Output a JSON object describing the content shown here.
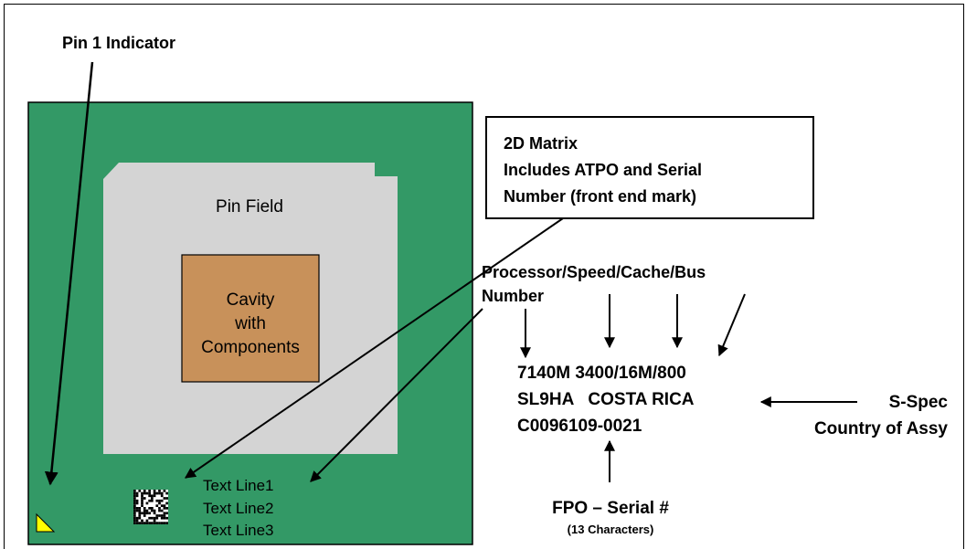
{
  "labels": {
    "pin1_indicator": "Pin 1 Indicator",
    "pin_field": "Pin Field",
    "cavity_line1": "Cavity",
    "cavity_line2": "with",
    "cavity_line3": "Components",
    "matrix_box_line1": "2D Matrix",
    "matrix_box_line2": "Includes ATPO and Serial",
    "matrix_box_line3": "Number (front end mark)",
    "text_line1": "Text Line1",
    "text_line2": "Text Line2",
    "text_line3": "Text Line3",
    "processor_label_line1": "Processor/Speed/Cache/Bus",
    "processor_label_line2": "Number",
    "marking_line1": "7140M 3400/16M/800",
    "marking_line2": "SL9HA   COSTA RICA",
    "marking_line3": "C0096109-0021",
    "sspec_label": "S-Spec",
    "country_label": "Country of Assy",
    "fpo_label": "FPO – Serial #",
    "fpo_sub": "(13 Characters)"
  },
  "colors": {
    "package_green": "#339966",
    "pin_field_gray": "#d4d4d4",
    "cavity_tan": "#c8915a",
    "pin1_yellow": "#ffff00"
  }
}
